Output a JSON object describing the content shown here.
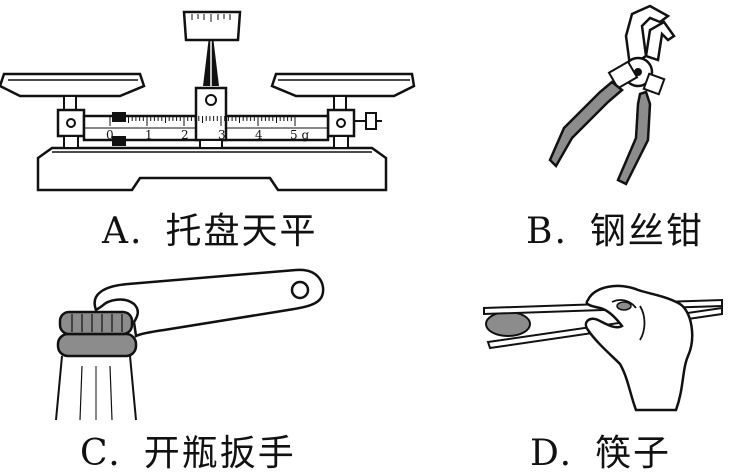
{
  "options": [
    {
      "letter": "A.",
      "name": "托盘天平",
      "icon": "balance-scale-icon"
    },
    {
      "letter": "B.",
      "name": "钢丝钳",
      "icon": "pliers-icon"
    },
    {
      "letter": "C.",
      "name": "开瓶扳手",
      "icon": "bottle-opener-icon"
    },
    {
      "letter": "D.",
      "name": "筷子",
      "icon": "chopsticks-icon"
    }
  ],
  "balance_scale_labels": [
    "0",
    "1",
    "2",
    "3",
    "4",
    "5 g"
  ],
  "colors": {
    "ink": "#111111",
    "shade": "#8c8c8c",
    "paper": "#ffffff"
  }
}
